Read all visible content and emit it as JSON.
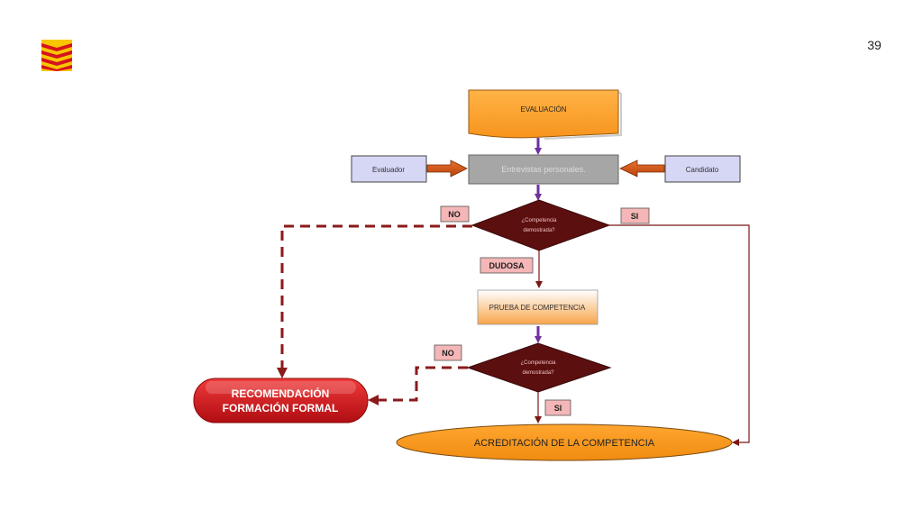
{
  "page": {
    "number": "39"
  },
  "flow": {
    "evaluacion": "EVALUACIÓN",
    "entrevistas": "Entrevistas personales.",
    "evaluador": "Evaluador",
    "candidato": "Candidato",
    "decision1": {
      "line1": "¿Competencia",
      "line2": "demostrada?"
    },
    "decision2": {
      "line1": "¿Competencia",
      "line2": "demostrada?"
    },
    "no_1": "NO",
    "si_1": "SI",
    "dudosa": "DUDOSA",
    "prueba": "PRUEBA DE COMPETENCIA",
    "no_2": "NO",
    "si_2": "SI",
    "recomendacion": {
      "line1": "RECOMENDACIÓN",
      "line2": "FORMACIÓN FORMAL"
    },
    "acreditacion": "ACREDITACIÓN DE LA COMPETENCIA"
  },
  "colors": {
    "orange": "#f7941d",
    "purple": "#7030a0",
    "maroon": "#7b1616",
    "dashed_red": "#8b1a1a",
    "lavender": "#d6d6f5",
    "grey": "#a6a6a6",
    "label_pink": "#f4b6b6",
    "red_button": "#d7141a"
  }
}
